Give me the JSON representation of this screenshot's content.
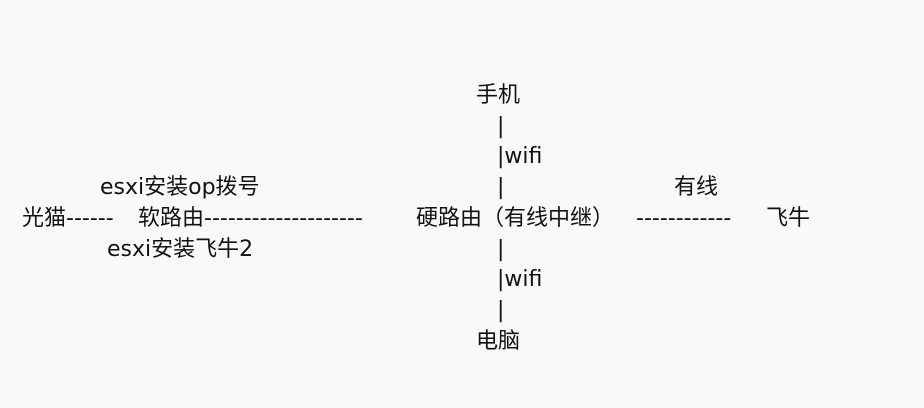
{
  "nodes": {
    "phone": "手机",
    "computer": "电脑",
    "modem": "光猫",
    "soft_router": "软路由",
    "hard_router": "硬路由（有线中继）",
    "feiniu": "飞牛"
  },
  "annotations": {
    "esxi_op_dial": "esxi安装op拨号",
    "esxi_feiniu": "esxi安装飞牛2",
    "wired": "有线"
  },
  "links": {
    "modem_to_soft": "------",
    "soft_to_hard": "--------------------",
    "hard_to_feiniu": "------------",
    "pipe": "|",
    "wifi_up": "|wifi",
    "wifi_down": "|wifi"
  },
  "colors": {
    "background": "#f9f9f9",
    "text": "#111111"
  }
}
